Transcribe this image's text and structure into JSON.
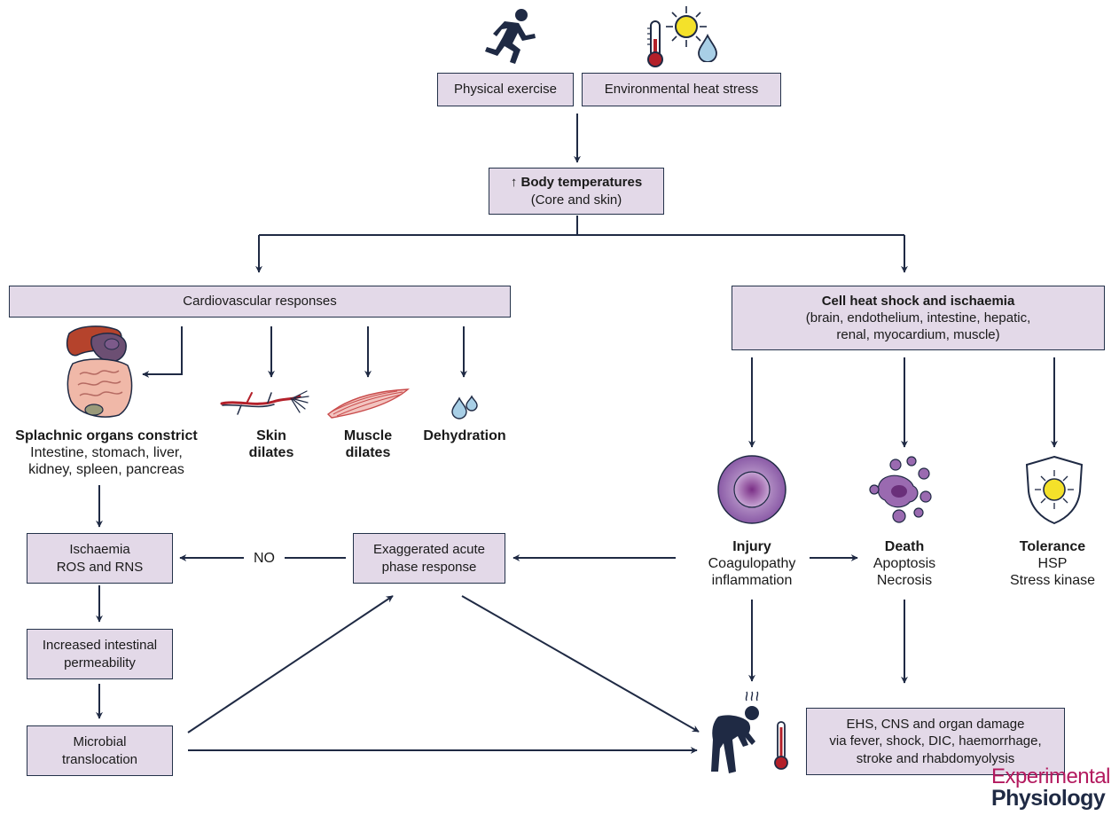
{
  "boxes": {
    "exercise": "Physical exercise",
    "heat_stress": "Environmental heat stress",
    "body_temp_title": "↑ Body temperatures",
    "body_temp_sub": "(Core and skin)",
    "cardio": "Cardiovascular responses",
    "cell_title": "Cell heat shock and ischaemia",
    "cell_sub1": "(brain, endothelium, intestine, hepatic,",
    "cell_sub2": "renal, myocardium, muscle)",
    "ischaemia_l1": "Ischaemia",
    "ischaemia_l2": "ROS and RNS",
    "acute_l1": "Exaggerated acute",
    "acute_l2": "phase response",
    "permeability_l1": "Increased intestinal",
    "permeability_l2": "permeability",
    "microbial_l1": "Microbial",
    "microbial_l2": "translocation",
    "ehs_l1": "EHS, CNS and organ damage",
    "ehs_l2": "via fever, shock, DIC, haemorrhage,",
    "ehs_l3": "stroke and rhabdomyolysis"
  },
  "labels": {
    "splanchnic_title": "Splachnic organs constrict",
    "splanchnic_l1": "Intestine, stomach, liver,",
    "splanchnic_l2": "kidney, spleen, pancreas",
    "skin_l1": "Skin",
    "skin_l2": "dilates",
    "muscle_l1": "Muscle",
    "muscle_l2": "dilates",
    "dehydration": "Dehydration",
    "no": "NO",
    "injury_title": "Injury",
    "injury_l1": "Coagulopathy",
    "injury_l2": "inflammation",
    "death_title": "Death",
    "death_l1": "Apoptosis",
    "death_l2": "Necrosis",
    "tolerance_title": "Tolerance",
    "tolerance_l1": "HSP",
    "tolerance_l2": "Stress kinase"
  },
  "brand": {
    "line1": "Experimental",
    "line2": "Physiology"
  },
  "colors": {
    "box_fill": "#e3d9e8",
    "line": "#1f2a44",
    "brand_red": "#b3195e",
    "cell_purple": "#8a5aa6"
  },
  "icons": [
    "running-person-icon",
    "thermometer-icon",
    "sun-icon",
    "water-drop-icon",
    "digestive-organs-icon",
    "blood-vessel-icon",
    "muscle-fiber-icon",
    "water-droplets-icon",
    "injured-cell-icon",
    "apoptotic-cell-icon",
    "shield-sun-icon",
    "exhausted-person-icon",
    "hot-thermometer-icon"
  ]
}
